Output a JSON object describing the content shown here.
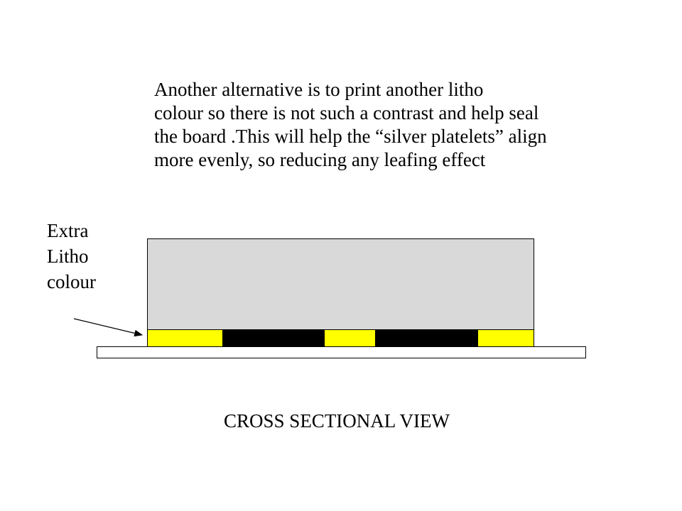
{
  "description": {
    "lines": [
      "Another alternative is to print another litho",
      "colour so there is not such a contrast and help seal",
      "the board .This will help the “silver platelets” align",
      "more evenly, so reducing any leafing effect"
    ]
  },
  "side_label": {
    "lines": [
      "Extra",
      "Litho",
      "colour"
    ]
  },
  "caption": "CROSS SECTIONAL VIEW",
  "colors": {
    "litho_layer": "#ffff00",
    "silver_print": "#000000",
    "board_top": "#d9d9d9",
    "base": "#ffffff"
  },
  "layers": [
    "yellow",
    "black",
    "yellow",
    "black",
    "yellow"
  ]
}
